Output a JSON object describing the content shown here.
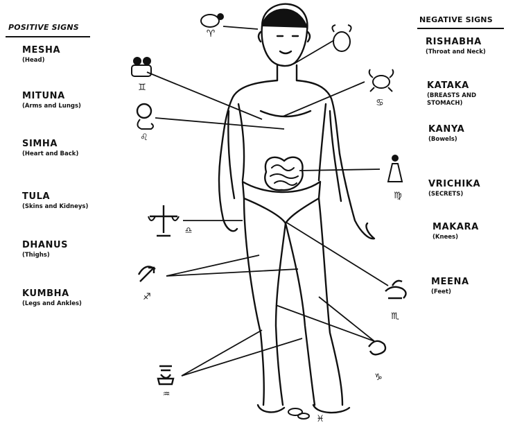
{
  "positive": {
    "heading": "POSITIVE SIGNS",
    "signs": [
      {
        "name": "MESHA",
        "part": "(Head)"
      },
      {
        "name": "MITUNA",
        "part": "(Arms and Lungs)"
      },
      {
        "name": "SIMHA",
        "part": "(Heart and Back)"
      },
      {
        "name": "TULA",
        "part": "(Skins and Kidneys)"
      },
      {
        "name": "DHANUS",
        "part": "(Thighs)"
      },
      {
        "name": "KUMBHA",
        "part": "(Legs and Ankles)"
      }
    ]
  },
  "negative": {
    "heading": "NEGATIVE SIGNS",
    "signs": [
      {
        "name": "RISHABHA",
        "part": "(Throat and Neck)"
      },
      {
        "name": "KATAKA",
        "part": "(BREASTS AND STOMACH)"
      },
      {
        "name": "KANYA",
        "part": "(Bowels)"
      },
      {
        "name": "VRICHIKA",
        "part": "(SECRETS)"
      },
      {
        "name": "MAKARA",
        "part": "(Knees)"
      },
      {
        "name": "MEENA",
        "part": "(Feet)"
      }
    ]
  },
  "symbols": {
    "aries": "♈",
    "taurus": "♉",
    "gemini": "♊",
    "cancer": "♋",
    "leo": "♌",
    "virgo": "♍",
    "libra": "♎",
    "scorpio": "♏",
    "sagittarius": "♐",
    "capricorn": "♑",
    "aquarius": "♒",
    "pisces": "♓"
  }
}
